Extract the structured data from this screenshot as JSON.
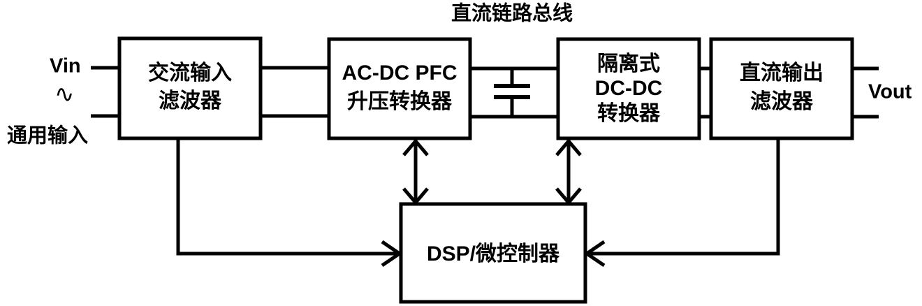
{
  "diagram": {
    "title": "直流链路总线",
    "blocks": [
      {
        "id": "ac-input-filter",
        "lines": [
          "交流输入",
          "滤波器"
        ]
      },
      {
        "id": "acdc-pfc-boost",
        "lines": [
          "AC-DC PFC",
          "升压转换器"
        ]
      },
      {
        "id": "isolated-dcdc",
        "lines": [
          "隔离式",
          "DC-DC",
          "转换器"
        ]
      },
      {
        "id": "dc-output-filter",
        "lines": [
          "直流输出",
          "滤波器"
        ]
      },
      {
        "id": "dsp-mcu",
        "lines": [
          "DSP/微控制器"
        ]
      }
    ],
    "ports": {
      "vin": "Vin",
      "ac_symbol": "∿",
      "universal_input": "通用输入",
      "vout": "Vout"
    },
    "components": {
      "dc_link_capacitor": "dc-link-capacitor"
    },
    "colors": {
      "stroke": "#000000",
      "background": "#ffffff"
    }
  }
}
